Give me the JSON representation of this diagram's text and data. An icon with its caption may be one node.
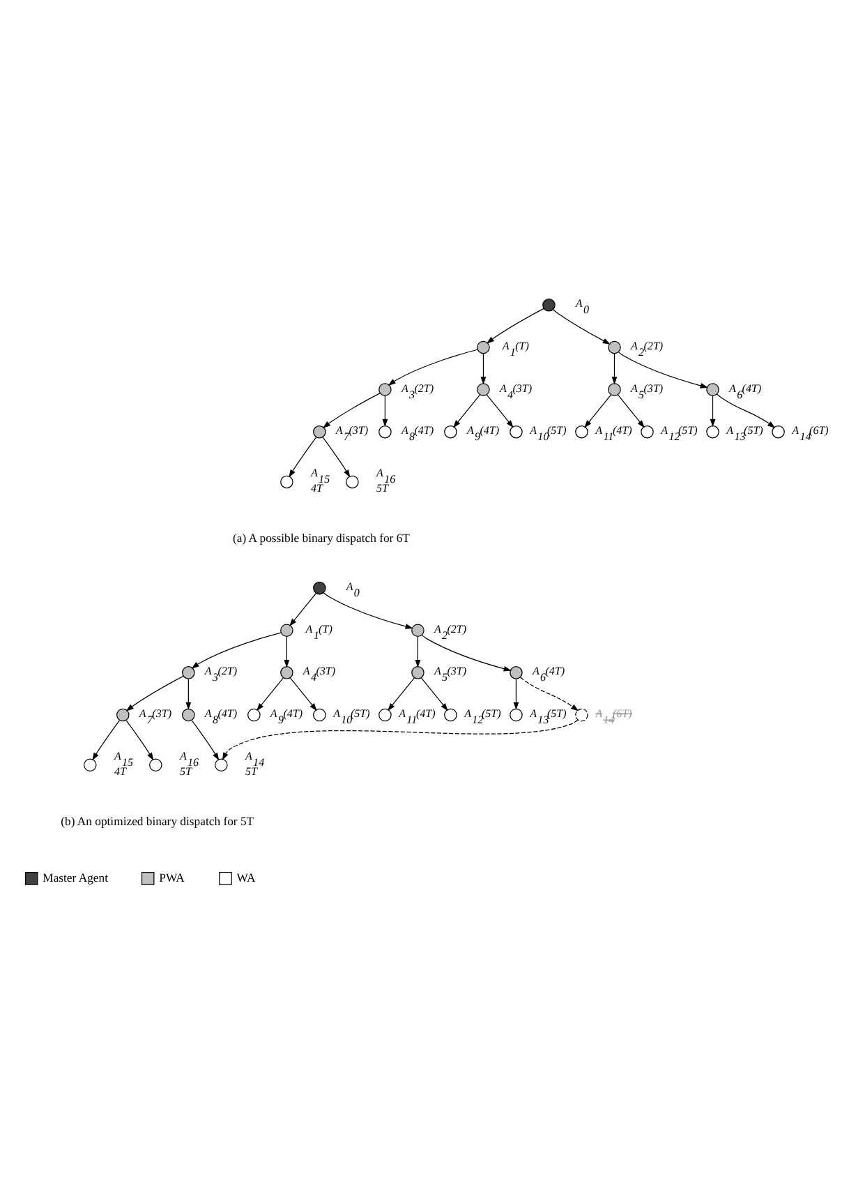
{
  "diagram": {
    "nodes": [
      {
        "text": [],
        "shape": "circle",
        "beside": [
          "A$_{0}$"
        ]
      },
      {
        "text": [],
        "shape": "circle",
        "beside": [
          "A$_{1}$(T)"
        ]
      },
      {
        "text": [],
        "shape": "circle",
        "beside": [
          "A$_{2}$(2T)"
        ]
      },
      {
        "text": [],
        "shape": "circle",
        "beside": [
          "A$_{3}$(2T)"
        ]
      },
      {
        "text": [],
        "shape": "circle",
        "beside": [
          "A$_{4}$(3T)"
        ]
      },
      {
        "text": [],
        "shape": "circle",
        "beside": [
          "A$_{5}$(3T)"
        ]
      },
      {
        "text": [],
        "shape": "circle",
        "beside": [
          "A$_{6}$(4T)"
        ]
      },
      {
        "text": [],
        "shape": "circle",
        "beside": [
          "A$_{7}$(3T)"
        ]
      },
      {
        "text": [],
        "shape": "circle",
        "beside": [
          "A$_{8}$(4T)"
        ]
      },
      {
        "text": [],
        "shape": "circle",
        "beside": [
          "A$_{9}$(4T)"
        ]
      },
      {
        "text": [],
        "shape": "circle",
        "beside": [
          "A$_{10}$(5T)"
        ]
      },
      {
        "text": [],
        "shape": "circle",
        "beside": [
          "A$_{11}$(4T)"
        ]
      },
      {
        "text": [],
        "shape": "circle",
        "beside": [
          "A$_{12}$(5T)"
        ]
      },
      {
        "text": [],
        "shape": "circle",
        "beside": [
          "A$_{13}$(5T)"
        ]
      },
      {
        "text": [],
        "shape": "circle",
        "beside": [
          "A$_{14}$(6T)"
        ]
      },
      {
        "text": [],
        "shape": "circle",
        "beside": [
          "A$_{15}$",
          "4T"
        ]
      },
      {
        "text": [],
        "shape": "circle",
        "beside": [
          "A$_{16}$",
          "5T"
        ]
      },
      {
        "text": [],
        "shape": "circle",
        "beside": [
          "A$_{0}$"
        ]
      },
      {
        "text": [],
        "shape": "circle",
        "beside": [
          "A$_{1}$(T)"
        ]
      },
      {
        "text": [],
        "shape": "circle",
        "beside": [
          "A$_{2}$(2T)"
        ]
      },
      {
        "text": [],
        "shape": "circle",
        "beside": [
          "A$_{3}$(2T)"
        ]
      },
      {
        "text": [],
        "shape": "circle",
        "beside": [
          "A$_{4}$(3T)"
        ]
      },
      {
        "text": [],
        "shape": "circle",
        "beside": [
          "A$_{5}$(3T)"
        ]
      },
      {
        "text": [],
        "shape": "circle",
        "beside": [
          "A$_{6}$(4T)"
        ]
      },
      {
        "text": [],
        "shape": "circle",
        "beside": [
          "A$_{7}$(3T)"
        ]
      },
      {
        "text": [],
        "shape": "circle",
        "beside": [
          "A$_{8}$(4T)"
        ]
      },
      {
        "text": [],
        "shape": "circle",
        "beside": [
          "A$_{9}$(4T)"
        ]
      },
      {
        "text": [],
        "shape": "circle",
        "beside": [
          "A$_{10}$(5T)"
        ]
      },
      {
        "text": [],
        "shape": "circle",
        "beside": [
          "A$_{11}$(4T)"
        ]
      },
      {
        "text": [],
        "shape": "circle",
        "beside": [
          "A$_{12}$(5T)"
        ]
      },
      {
        "text": [],
        "shape": "circle",
        "beside": [
          "A$_{13}$(5T)"
        ]
      },
      {
        "text": [],
        "shape": "circle",
        "beside": [
          "A$_{14}$(6T)"
        ]
      },
      {
        "text": [],
        "shape": "circle",
        "beside": [
          "A$_{15}$",
          "4T"
        ]
      },
      {
        "text": [],
        "shape": "circle",
        "beside": [
          "A$_{16}$",
          "5T"
        ]
      },
      {
        "text": [],
        "shape": "circle",
        "beside": [
          "A$_{14}$",
          "5T"
        ]
      }
    ],
    "edges": [
      {
        "from": 0,
        "to": 1,
        "arrow": "to"
      },
      {
        "from": 0,
        "to": 2,
        "arrow": "to"
      },
      {
        "from": 1,
        "to": 3,
        "arrow": "to"
      },
      {
        "from": 1,
        "to": 4,
        "arrow": "to"
      },
      {
        "from": 2,
        "to": 5,
        "arrow": "to"
      },
      {
        "from": 2,
        "to": 6,
        "arrow": "to"
      },
      {
        "from": 3,
        "to": 7,
        "arrow": "to"
      },
      {
        "from": 3,
        "to": 8,
        "arrow": "to"
      },
      {
        "from": 4,
        "to": 9,
        "arrow": "to"
      },
      {
        "from": 4,
        "to": 10,
        "arrow": "to"
      },
      {
        "from": 5,
        "to": 11,
        "arrow": "to"
      },
      {
        "from": 5,
        "to": 12,
        "arrow": "to"
      },
      {
        "from": 6,
        "to": 13,
        "arrow": "to"
      },
      {
        "from": 6,
        "to": 14,
        "arrow": "to"
      },
      {
        "from": 7,
        "to": 15,
        "arrow": "to"
      },
      {
        "from": 7,
        "to": 16,
        "arrow": "to"
      },
      {
        "from": 17,
        "to": 18,
        "arrow": "to"
      },
      {
        "from": 17,
        "to": 19,
        "arrow": "to"
      },
      {
        "from": 18,
        "to": 20,
        "arrow": "to"
      },
      {
        "from": 18,
        "to": 21,
        "arrow": "to"
      },
      {
        "from": 19,
        "to": 22,
        "arrow": "to"
      },
      {
        "from": 19,
        "to": 23,
        "arrow": "to"
      },
      {
        "from": 20,
        "to": 24,
        "arrow": "to"
      },
      {
        "from": 20,
        "to": 25,
        "arrow": "to"
      },
      {
        "from": 21,
        "to": 26,
        "arrow": "to"
      },
      {
        "from": 21,
        "to": 27,
        "arrow": "to"
      },
      {
        "from": 22,
        "to": 28,
        "arrow": "to"
      },
      {
        "from": 22,
        "to": 29,
        "arrow": "to"
      },
      {
        "from": 23,
        "to": 30,
        "arrow": "to"
      },
      {
        "from": 23,
        "to": 31,
        "arrow": "to",
        "style": "dashed"
      },
      {
        "from": 24,
        "to": 32,
        "arrow": "to"
      },
      {
        "from": 24,
        "to": 33,
        "arrow": "to"
      },
      {
        "from": 25,
        "to": 34,
        "arrow": "to"
      },
      {
        "from": 31,
        "to": 34,
        "arrow": "to",
        "style": "dashed"
      }
    ],
    "labels": [
      "(a) A possible binary dispatch for 6T",
      "(b) An optimized binary dispatch for 5T"
    ],
    "legend": [
      {
        "text": "Master Agent",
        "color": "#404040"
      },
      {
        "text": "PWA",
        "color": "#c0c0c0"
      },
      {
        "text": "WA",
        "color": "#ffffff"
      }
    ]
  }
}
